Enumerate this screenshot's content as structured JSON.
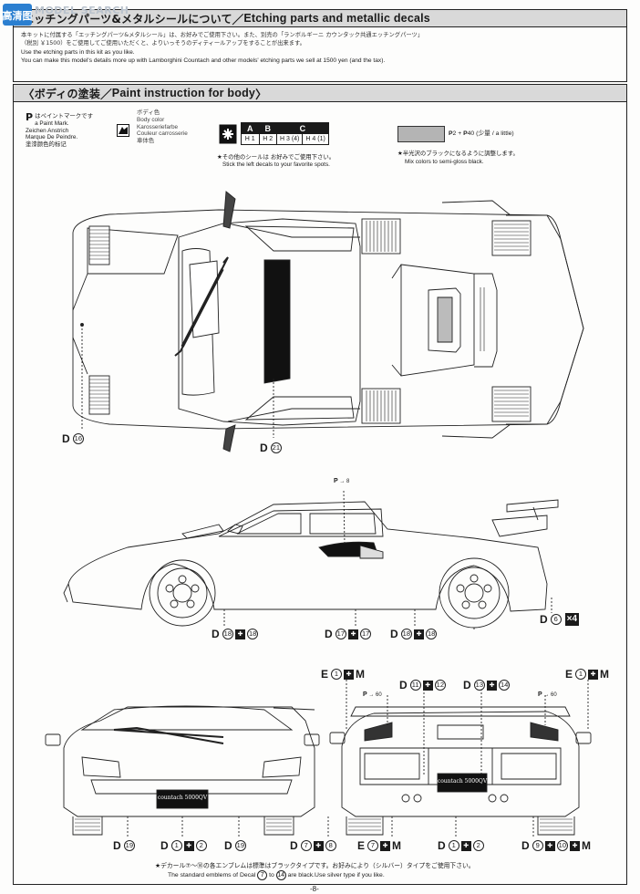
{
  "watermark": {
    "text": "MODEL SEARCH",
    "cn_text": "高清图"
  },
  "etching_section": {
    "title_jp": "エッチングパーツ&メタルシールについて",
    "title_en": "Etching parts and metallic decals",
    "lines": [
      "本キットに付属する「エッチングパーツ&メタルシール」は、お好みでご使用下さい。また、別売の「ランボルギーニ カウンタック共通エッチングパーツ」",
      "（税別 ￥1500）をご使用してご使用いただくと、よりいっそうのディティールアップをすることが出来ます。",
      "Use the etching parts in this kit as you like.",
      "You can make this model's details more up with Lamborghini Countach and other models' etching parts  we sell at 1500 yen (and the tax)."
    ]
  },
  "paint_section": {
    "title_jp": "ボディの塗装",
    "title_en": "Paint instruction for body"
  },
  "legend": {
    "paint_mark": "P",
    "paint_lines": [
      "はペイントマークです",
      "a Paint Mark.",
      "Zeichen Anstrich",
      "Marque De Peindre.",
      "塗漆颜色的标记"
    ],
    "body_color_lines": [
      "ボディ色",
      "Body color",
      "Karosseriefarbe",
      "Couleur carrosserie",
      "車体色"
    ]
  },
  "decal_table": {
    "headers": [
      "A",
      "B",
      "C"
    ],
    "cells": [
      "H 1",
      "H 2",
      "H 3 (4)",
      "H 4 (1)"
    ],
    "note_jp": "★その他のシールは お好みでご使用下さい。",
    "note_en": "Stick the left decals to your favorite spots."
  },
  "mix_note": {
    "formula_p1": "P",
    "formula_n1": "2",
    "formula_plus": "+",
    "formula_p2": "P",
    "formula_n2": "40",
    "formula_tail": "(少量 / a little)",
    "note_jp": "★半光沢のブラックになるように調整します。",
    "note_en": "Mix colors to semi-gloss black."
  },
  "callouts": {
    "top_left": {
      "letter": "D",
      "num": "16"
    },
    "top_center": {
      "letter": "D",
      "num": "21"
    },
    "side_front": {
      "letter": "D",
      "num": "18",
      "num2": "18"
    },
    "side_mid": {
      "letter": "D",
      "num": "17",
      "num2": "17"
    },
    "side_rear": {
      "letter": "D",
      "num": "18",
      "num2": "18"
    },
    "side_wheel": {
      "letter": "D",
      "num": "6",
      "mult": "×4"
    },
    "side_ptag": {
      "p": "P",
      "num": "8"
    },
    "rear_e_left": {
      "letter": "E",
      "num": "1",
      "m": "M"
    },
    "rear_e_right": {
      "letter": "E",
      "num": "1",
      "m": "M"
    },
    "rear_d11": {
      "letter": "D",
      "num": "11",
      "num2": "12"
    },
    "rear_d13": {
      "letter": "D",
      "num": "13",
      "num2": "14"
    },
    "rear_ptag_l": {
      "p": "P",
      "num": "60"
    },
    "rear_ptag_r": {
      "p": "P",
      "num": "60"
    },
    "front_d19_l": {
      "letter": "D",
      "num": "19"
    },
    "front_d1": {
      "letter": "D",
      "num": "1",
      "num2": "2"
    },
    "front_d19_r": {
      "letter": "D",
      "num": "19"
    },
    "rear_d7": {
      "letter": "D",
      "num": "7",
      "num2": "8"
    },
    "rear_e7": {
      "letter": "E",
      "num": "7",
      "m": "M"
    },
    "rear_d1": {
      "letter": "D",
      "num": "1",
      "num2": "2"
    },
    "rear_d9": {
      "letter": "D",
      "num": "9",
      "num2": "10"
    },
    "rear_e9": {
      "m": "M"
    }
  },
  "plates": {
    "front": "countach 5000QV",
    "rear": "countach 5000QV"
  },
  "footnote": {
    "line1_jp": "★デカール⑦～⑭の各エンブレムは標準はブラックタイプです。お好みにより（シルバー）タイプをご使用下さい。",
    "line2_pre": "The standard emblems of Decal",
    "n1": "7",
    "mid": "to",
    "n2": "14",
    "line2_post": "are black.Use silver type if you like."
  },
  "page_number": "-8-"
}
